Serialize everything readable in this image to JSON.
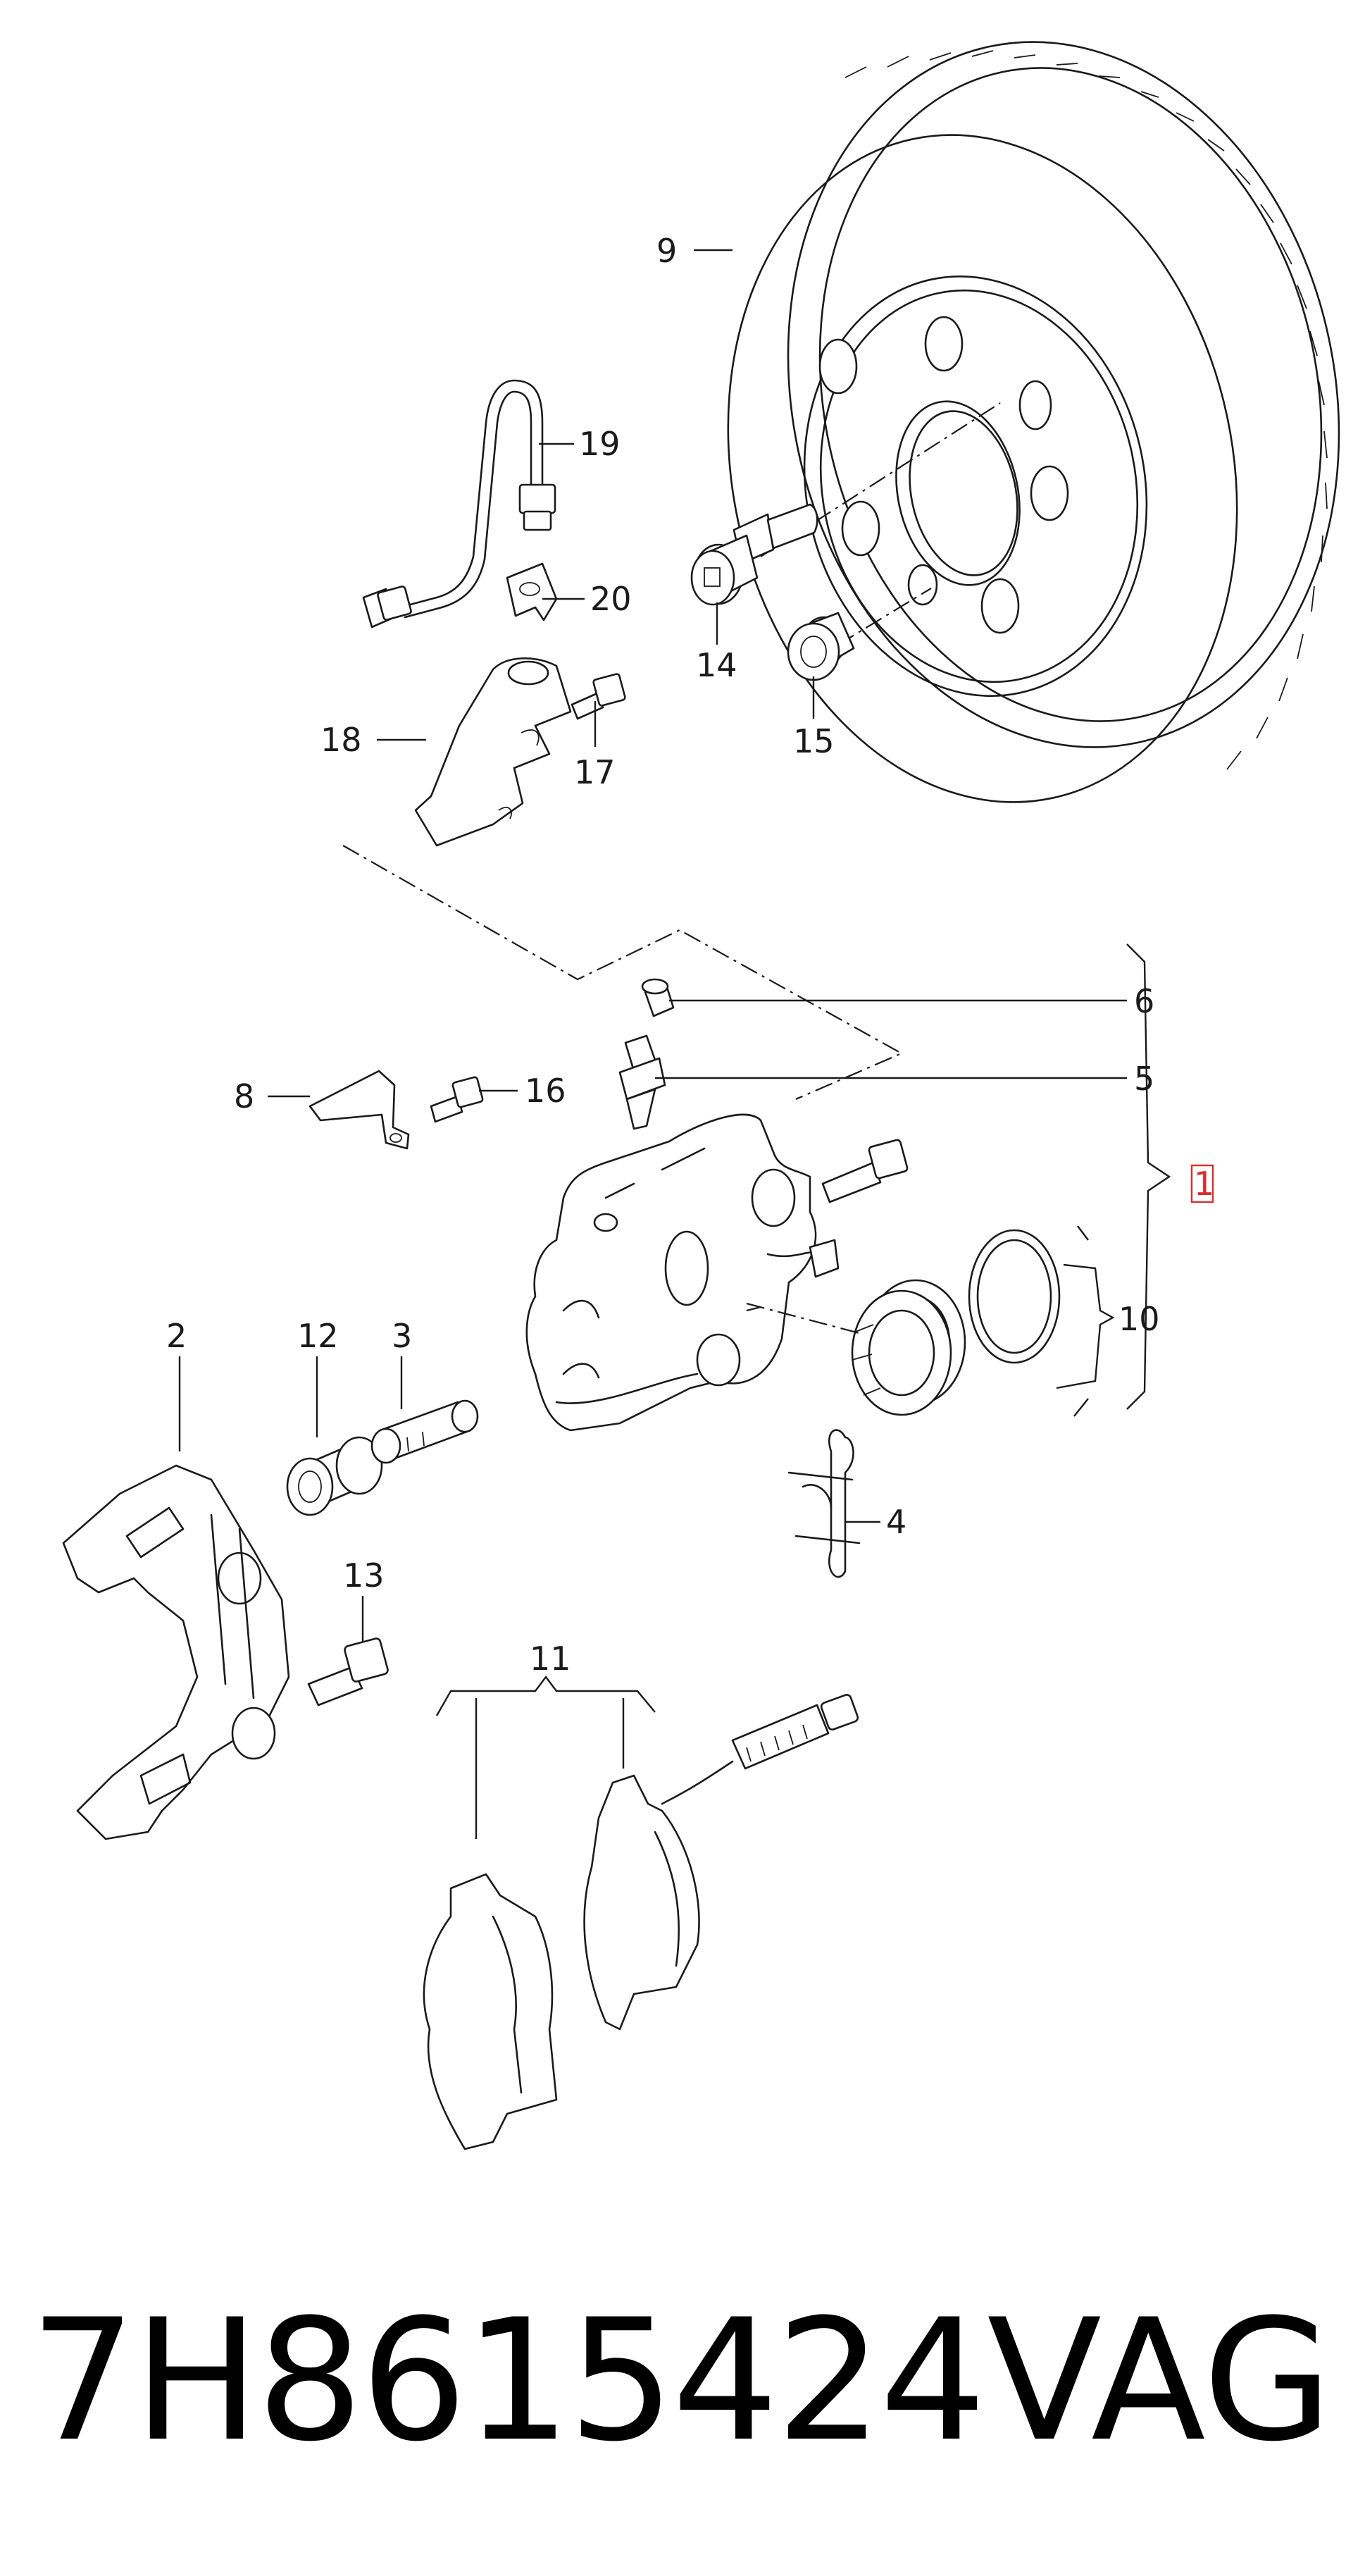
{
  "diagram": {
    "colors": {
      "line": "#1a1a1a",
      "highlight": "#d63030",
      "background": "#ffffff"
    },
    "callouts": {
      "c1": "1",
      "c2": "2",
      "c3": "3",
      "c4": "4",
      "c5": "5",
      "c6": "6",
      "c8": "8",
      "c9": "9",
      "c10": "10",
      "c11": "11",
      "c12": "12",
      "c13": "13",
      "c14": "14",
      "c15": "15",
      "c16": "16",
      "c17": "17",
      "c18": "18",
      "c19": "19",
      "c20": "20"
    },
    "highlighted_callout": "1"
  },
  "footer": {
    "part_number": "7H8615424",
    "brand": "VAG"
  }
}
